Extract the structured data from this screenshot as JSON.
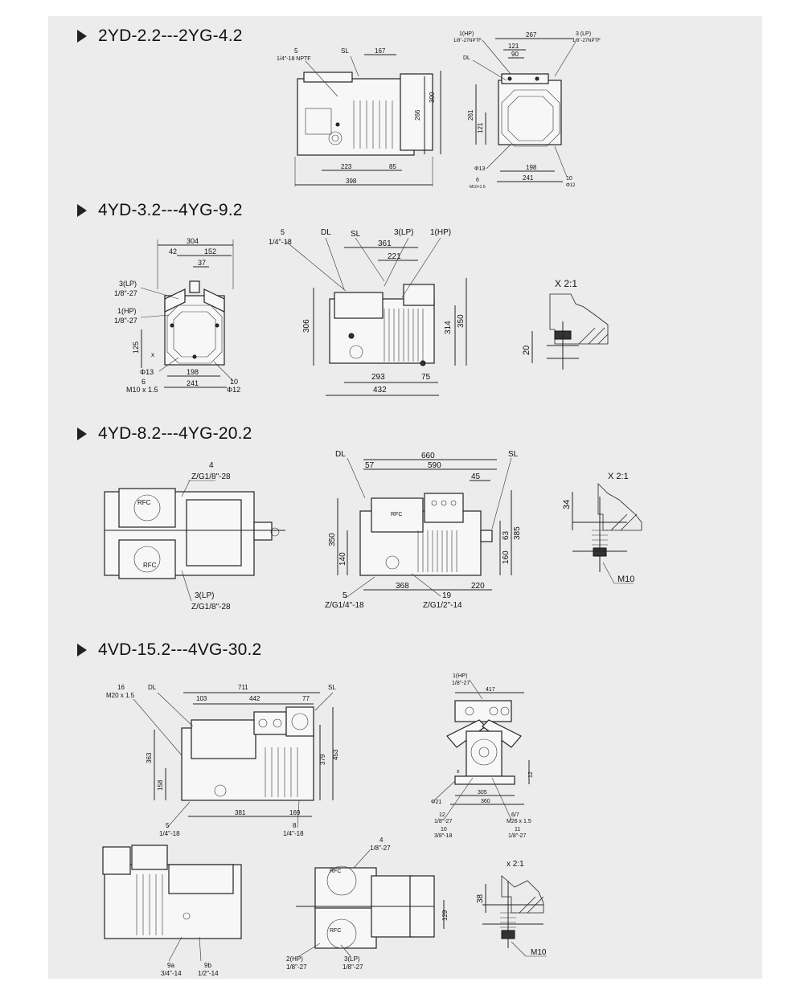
{
  "sections": [
    {
      "title": "2YD-2.2---2YG-4.2",
      "side": [
        "5",
        "1/4\"-18 NPTF",
        "SL",
        "167",
        "300",
        "266",
        "223",
        "85",
        "398"
      ],
      "front": [
        "1(HP)",
        "1/8\"-27NPTF",
        "267",
        "3 (LP)",
        "1/8\"-27NPTF",
        "121",
        "DL",
        "90",
        "261",
        "121",
        "Φ13",
        "6",
        "M10×1.5",
        "198",
        "241",
        "10",
        "Φ12"
      ]
    },
    {
      "title": "4YD-3.2---4YG-9.2",
      "front": [
        "304",
        "42",
        "152",
        "37",
        "3(LP)",
        "1/8\"-27",
        "1(HP)",
        "1/8\"-27",
        "125",
        "x",
        "Φ13",
        "6",
        "M10 x 1.5",
        "198",
        "241",
        "10",
        "Φ12"
      ],
      "side": [
        "5",
        "1/4\"-18",
        "DL",
        "SL",
        "3(LP)",
        "1(HP)",
        "361",
        "221",
        "306",
        "314",
        "350",
        "293",
        "75",
        "432"
      ],
      "detail": [
        "X 2:1",
        "20"
      ]
    },
    {
      "title": "4YD-8.2---4YG-20.2",
      "top": [
        "4",
        "Z/G1/8\"-28",
        "RFC",
        "RFC",
        "3(LP)",
        "Z/G1/8\"-28"
      ],
      "side": [
        "DL",
        "660",
        "SL",
        "57",
        "590",
        "45",
        "350",
        "140",
        "63",
        "385",
        "160",
        "368",
        "220",
        "5",
        "Z/G1/4\"-18",
        "19",
        "Z/G1/2\"-14",
        "RFC"
      ],
      "detail": [
        "X 2:1",
        "34",
        "M10"
      ]
    },
    {
      "title": "4VD-15.2---4VG-30.2",
      "side": [
        "16",
        "M20 x 1.5",
        "DL",
        "711",
        "103",
        "442",
        "77",
        "SL",
        "363",
        "158",
        "379",
        "453",
        "381",
        "169",
        "5",
        "1/4\"-18",
        "8",
        "1/4\"-18"
      ],
      "front": [
        "1(HP)",
        "1/8\"-27",
        "417",
        "x",
        "12",
        "Φ21",
        "305",
        "360",
        "12",
        "1/8\"-27",
        "10",
        "3/8\"-18",
        "6/7",
        "M26 x 1.5",
        "11",
        "1/8\"-27"
      ],
      "rear": [
        "9a",
        "3/4\"-14",
        "9b",
        "1/2\"-14"
      ],
      "top": [
        "4",
        "1/8\"-27",
        "129",
        "2(HP)",
        "1/8\"-27",
        "3(LP)",
        "1/8\"-27",
        "RFC",
        "RFC"
      ],
      "detail": [
        "x 2:1",
        "38",
        "M10"
      ]
    }
  ]
}
